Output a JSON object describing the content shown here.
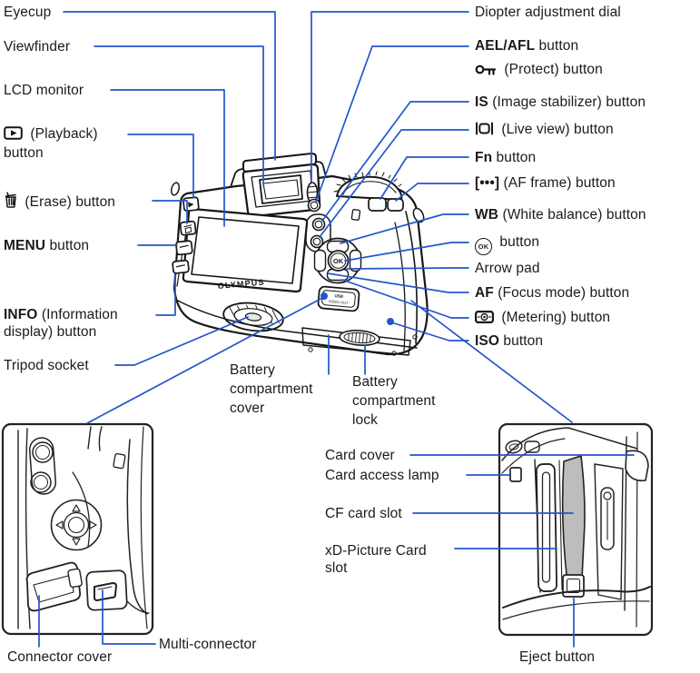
{
  "diagram": {
    "accent": "#2455cd",
    "ink": "#161616",
    "background": "#ffffff",
    "card_fill": "#bdbdbd"
  },
  "camera": {
    "brand": "OLYMPUS",
    "ok_label": "OK",
    "port_line1": "USB",
    "port_line2": "VIDEO OUT"
  },
  "icons": {
    "playback": "▶ in box",
    "erase": "trash-can",
    "protect": "key",
    "live_view": "|□|",
    "af_frame": "[•••]",
    "ok": "OK",
    "metering": "metering-pattern"
  },
  "labels": {
    "eyecup": {
      "text": "Eyecup"
    },
    "viewfinder": {
      "text": "Viewfinder"
    },
    "lcd_monitor": {
      "text": "LCD monitor"
    },
    "playback": {
      "rest": " (Playback)",
      "line2": "button"
    },
    "erase": {
      "rest": " (Erase) button"
    },
    "menu": {
      "bold": "MENU",
      "rest": " button"
    },
    "info": {
      "bold": "INFO",
      "rest": " (Information",
      "line2": "display) button"
    },
    "tripod_socket": {
      "text": "Tripod socket"
    },
    "battery_cover": {
      "lines": [
        "Battery",
        "compartment",
        "cover"
      ]
    },
    "battery_lock": {
      "lines": [
        "Battery",
        "compartment",
        "lock"
      ]
    },
    "card_cover": {
      "text": "Card cover"
    },
    "card_access_lamp": {
      "text": "Card access lamp"
    },
    "cf_card_slot": {
      "text": "CF card slot"
    },
    "xd_card_slot": {
      "lines": [
        "xD-Picture Card",
        "slot"
      ]
    },
    "eject": {
      "text": "Eject button"
    },
    "connector_cover": {
      "text": "Connector cover"
    },
    "multi_connector": {
      "text": "Multi-connector"
    },
    "diopter": {
      "text": "Diopter adjustment dial"
    },
    "ael_afl": {
      "bold": "AEL/AFL",
      "rest": " button"
    },
    "protect": {
      "rest": " (Protect) button"
    },
    "is": {
      "bold": "IS",
      "rest": " (Image stabilizer) button"
    },
    "live_view": {
      "rest": " (Live view) button"
    },
    "fn": {
      "bold": "Fn",
      "rest": " button"
    },
    "af_frame": {
      "bold": "[•••]",
      "rest": " (AF frame) button"
    },
    "wb": {
      "bold": "WB",
      "rest": " (White balance) button"
    },
    "ok": {
      "rest": " button"
    },
    "arrow_pad": {
      "text": "Arrow pad"
    },
    "af": {
      "bold": "AF",
      "rest": " (Focus mode) button"
    },
    "metering": {
      "rest": " (Metering) button"
    },
    "iso": {
      "bold": "ISO",
      "rest": " button"
    }
  }
}
